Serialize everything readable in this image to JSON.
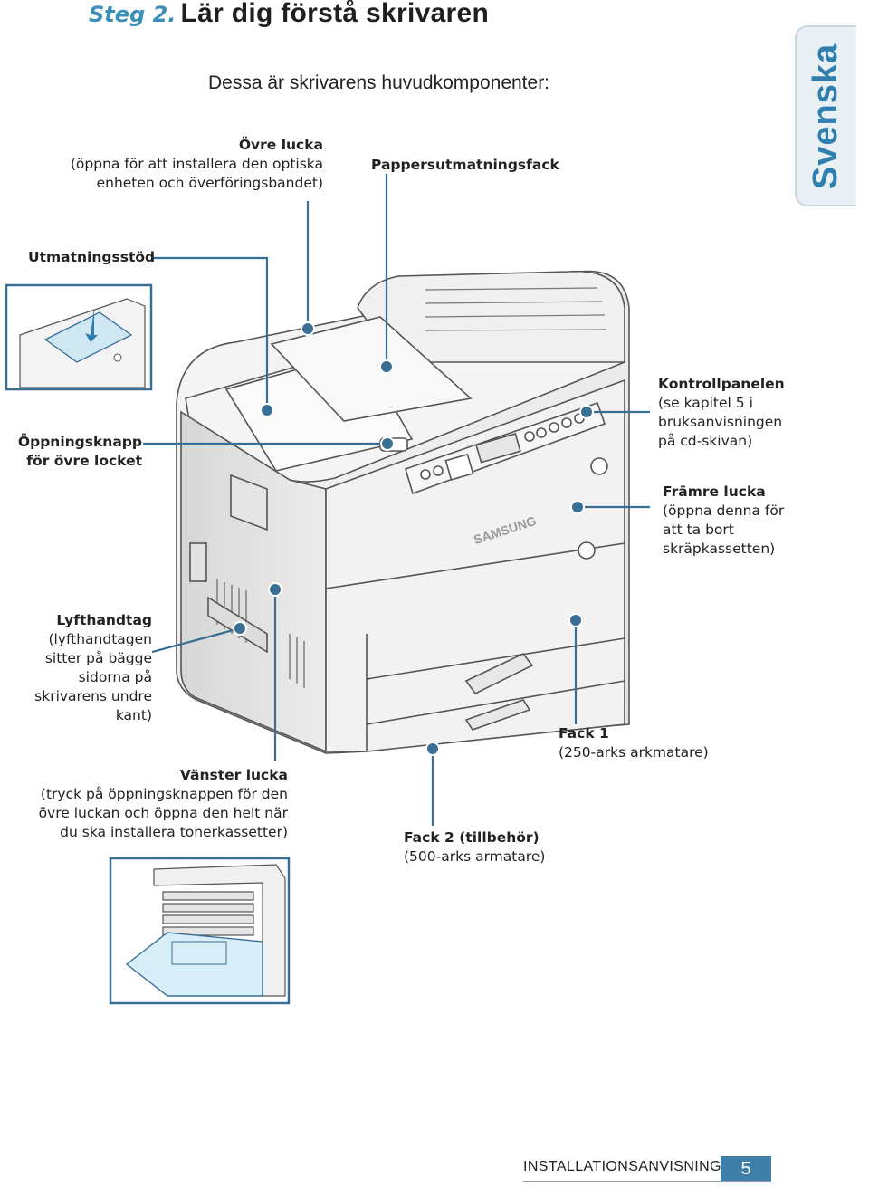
{
  "header": {
    "step": "Steg 2.",
    "title": "Lär dig förstå skrivaren"
  },
  "intro": "Dessa är skrivarens huvudkomponenter:",
  "side_tab": "Svenska",
  "labels": {
    "ovre_lucka": {
      "title": "Övre lucka",
      "lines": [
        "(öppna för att installera den optiska",
        "enheten och överföringsbandet)"
      ]
    },
    "pappersutmatningsfack": {
      "title": "Pappersutmatningsfack"
    },
    "utmatningsstod": {
      "title": "Utmatningsstöd"
    },
    "oppningsknapp": {
      "lines": [
        "Öppningsknapp",
        "för övre locket"
      ]
    },
    "kontrollpanelen": {
      "title": "Kontrollpanelen",
      "lines": [
        "(se kapitel 5 i",
        "bruksanvisningen",
        "på cd-skivan)"
      ]
    },
    "framre_lucka": {
      "title": "Främre lucka",
      "lines": [
        "(öppna denna för",
        "att ta bort",
        "skräpkassetten)"
      ]
    },
    "lyfthandtag": {
      "title": "Lyfthandtag",
      "lines": [
        "(lyfthandtagen",
        "sitter på bägge",
        "sidorna på",
        "skrivarens undre",
        "kant)"
      ]
    },
    "fack1": {
      "title": "Fack 1",
      "lines": [
        "(250-arks arkmatare)"
      ]
    },
    "vanster_lucka": {
      "title": "Vänster lucka",
      "lines": [
        "(tryck på öppningsknappen för den",
        "övre luckan och öppna den helt när",
        "du ska installera tonerkassetter)"
      ]
    },
    "fack2": {
      "title": "Fack 2 (tillbehör)",
      "lines": [
        "(500-arks armatare)"
      ]
    }
  },
  "printer_brand": "SAMSUNG",
  "footer": {
    "text": "INSTALLATIONSANVISNING",
    "page": "5"
  },
  "colors": {
    "accent": "#3b8fb8",
    "callout_line": "#3a6f95",
    "tab_text": "#2f7fae",
    "footer_box": "#3f7fa8"
  }
}
